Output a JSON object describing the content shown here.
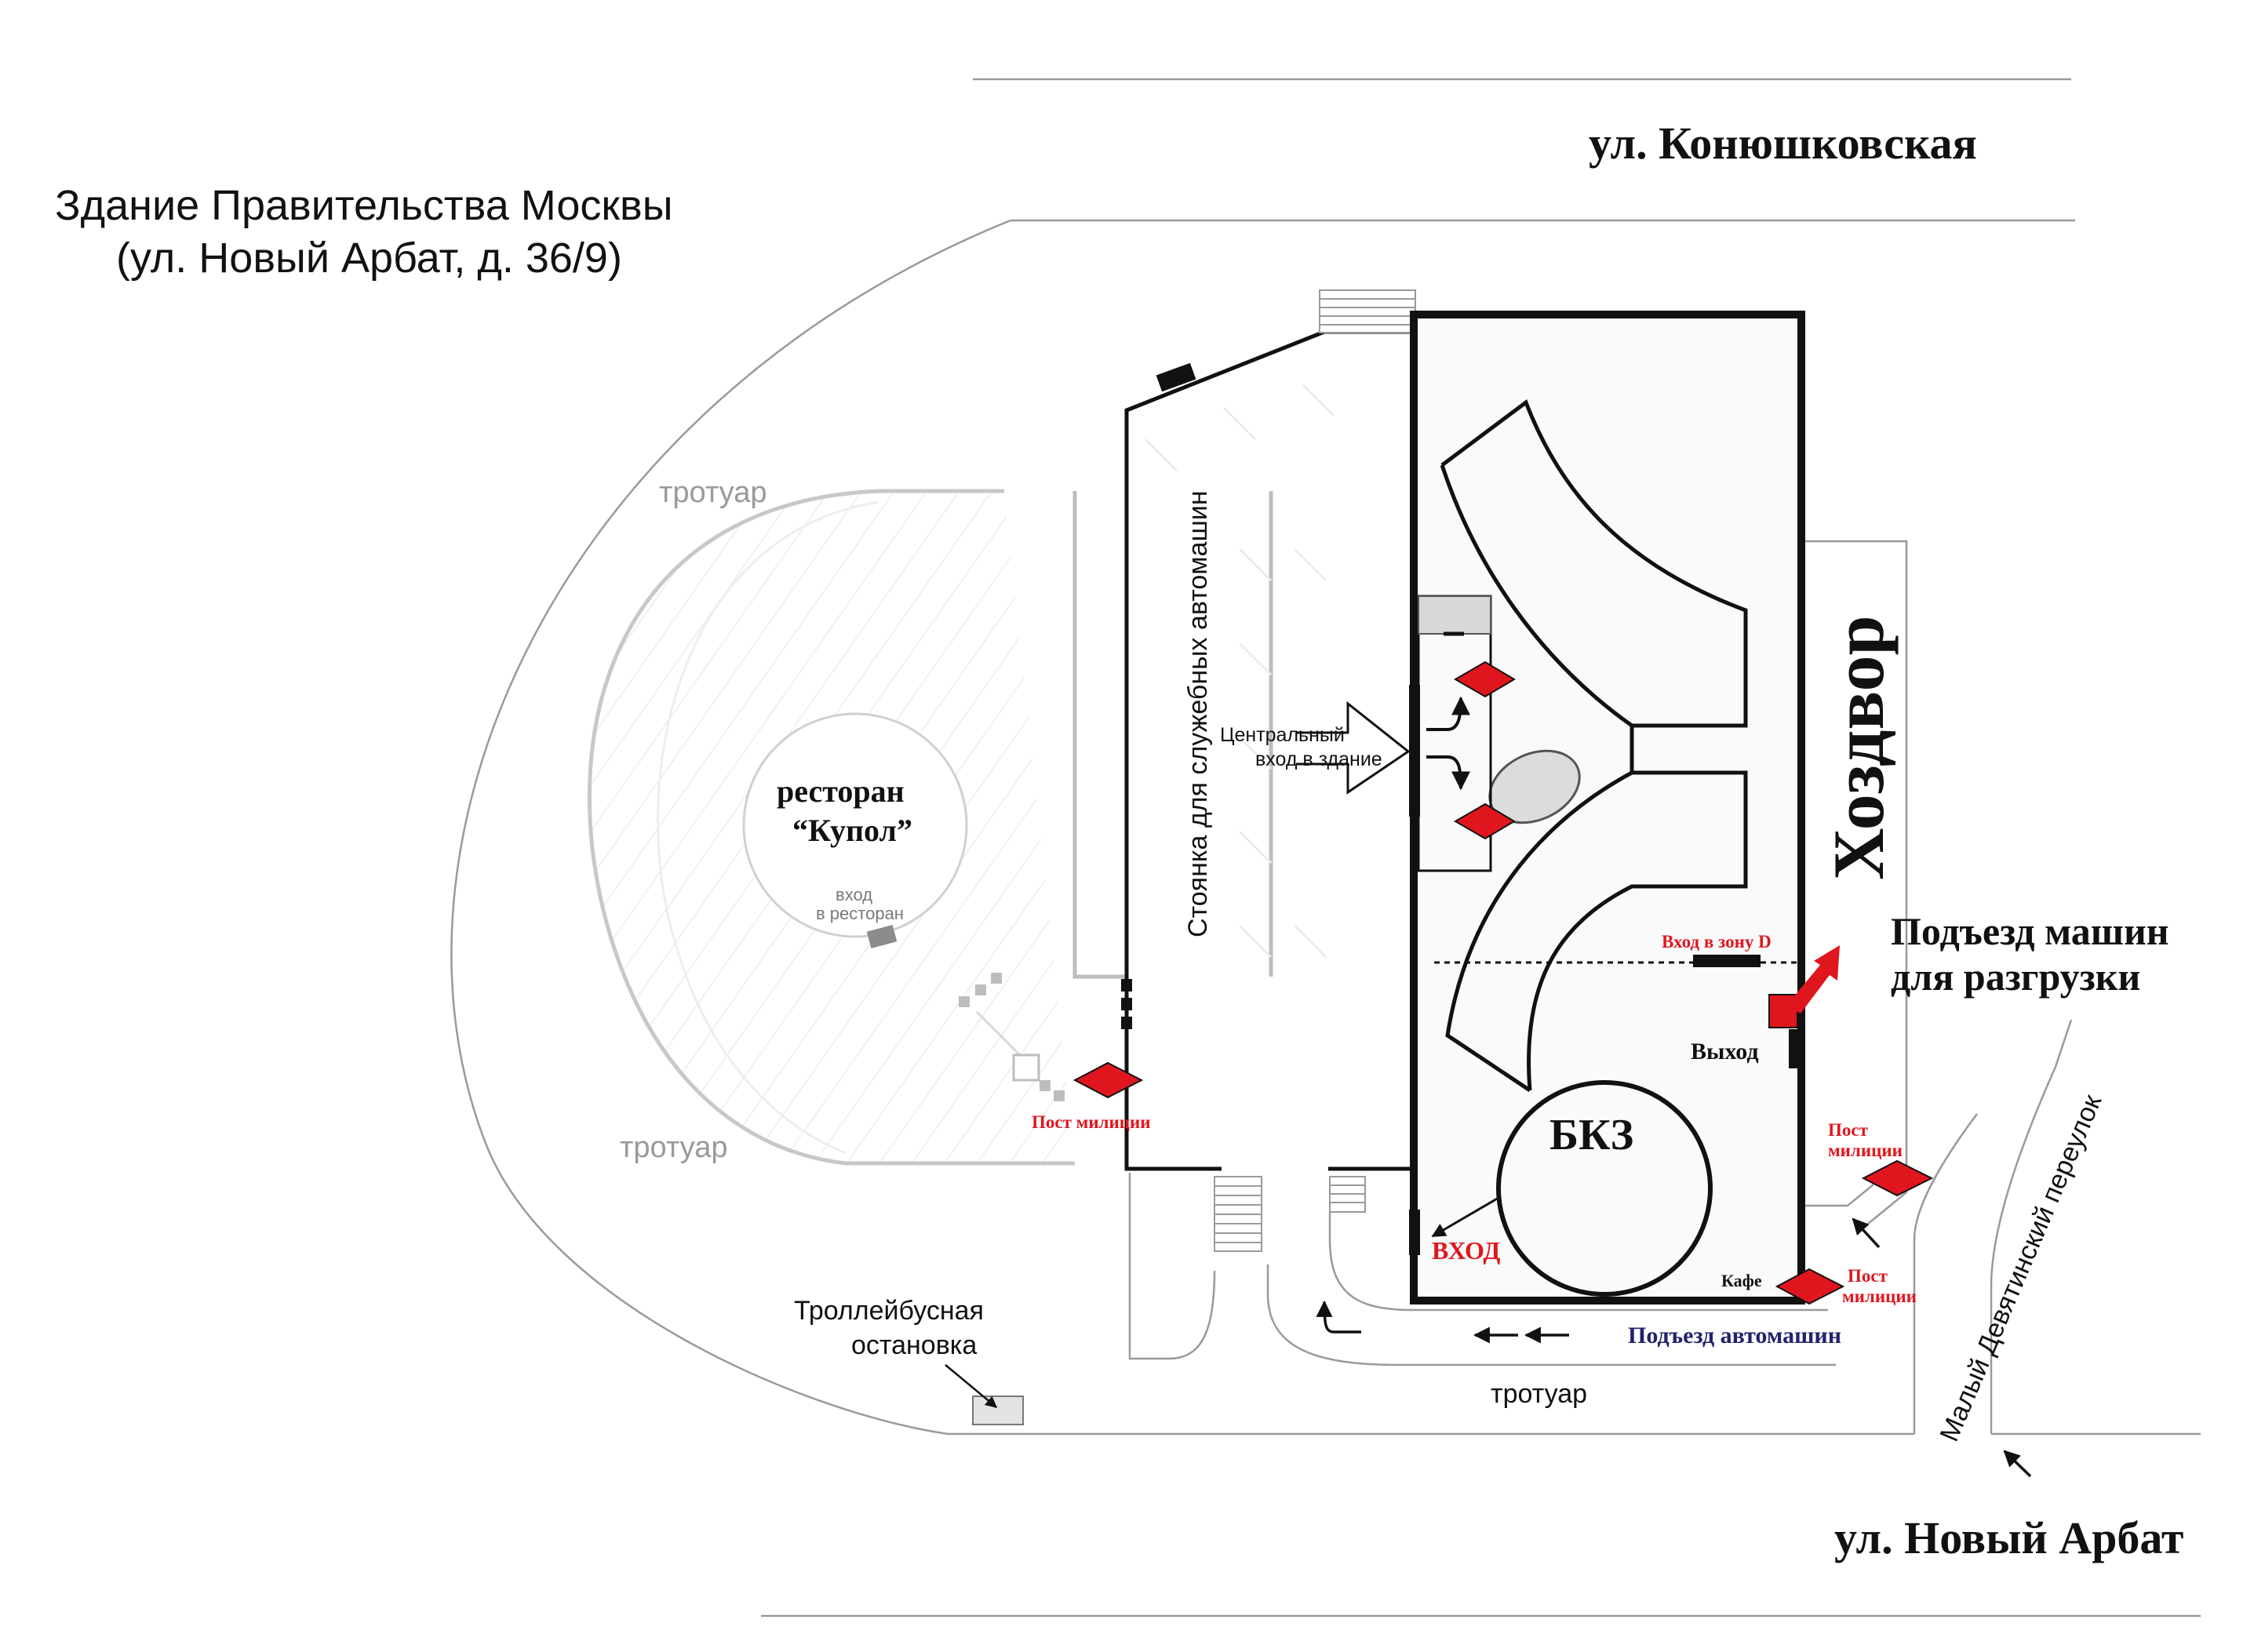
{
  "title": {
    "line1": "Здание Правительства Москвы",
    "line2": "(ул. Новый Арбат, д. 36/9)"
  },
  "streets": {
    "konyushkovskaya": "ул. Конюшковская",
    "novy_arbat": "ул. Новый Арбат",
    "maly_devyatinsky": "Малый Девятинский переулок"
  },
  "areas": {
    "hozdvor": "Хоздвор",
    "sidewalk_top": "тротуар",
    "sidewalk_left": "тротуар",
    "sidewalk_bottom": "тротуар",
    "parking": "Стоянка для служебных автомашин",
    "restaurant_line1": "ресторан",
    "restaurant_line2": "“Купол”",
    "restaurant_entry_line1": "вход",
    "restaurant_entry_line2": "в ресторан",
    "trolley_line1": "Троллейбусная",
    "trolley_line2": "остановка",
    "central_entry_line1": "Центральный",
    "central_entry_line2": "вход в здание",
    "bkz": "БКЗ"
  },
  "labels": {
    "unload_line1": "Подъезд машин",
    "unload_line2": "для разгрузки",
    "zone_d": "Вход в зону D",
    "exit": "Выход",
    "entry": "ВХОД",
    "cafe": "Кафе",
    "vehicle_access": "Подъезд автомашин",
    "police_left": "Пост милиции",
    "police_right_line1": "Пост",
    "police_right_line2": "милиции",
    "police_bottom_line1": "Пост",
    "police_bottom_line2": "милиции"
  },
  "colors": {
    "marker_red": "#e0161e",
    "outline": "#111111",
    "light_gray": "#bdbdbd",
    "navy_text": "#22226e"
  },
  "icons": {
    "police_post": "red-diamond-icon",
    "direction": "arrow-icon",
    "unload_indicator": "red-arrow-icon"
  }
}
